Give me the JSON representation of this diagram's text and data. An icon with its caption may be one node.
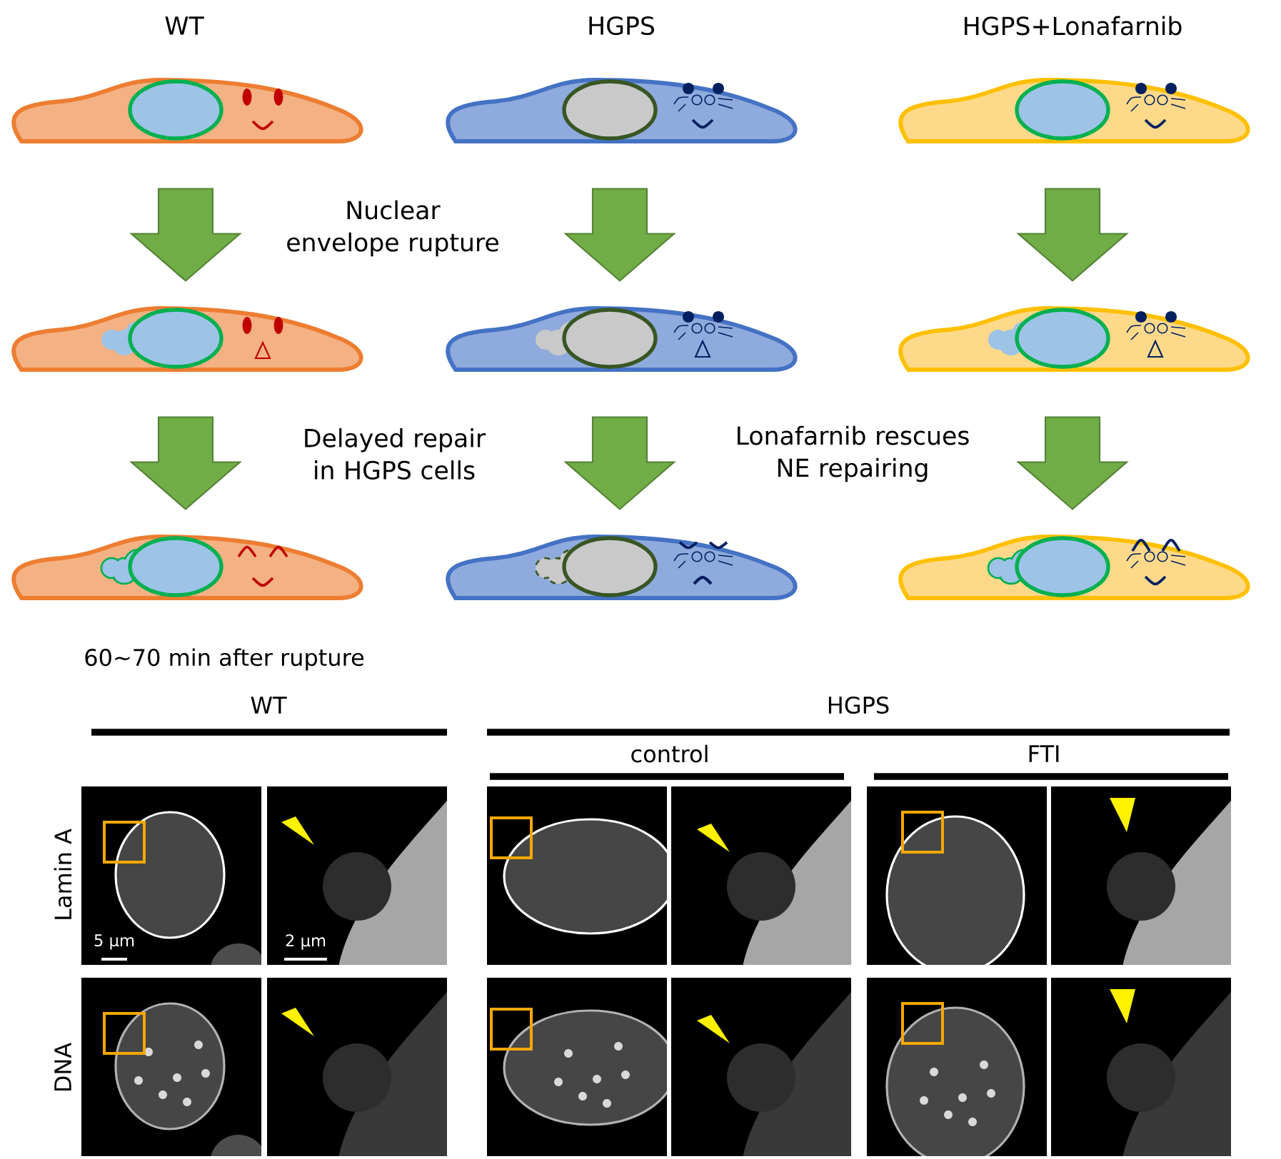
{
  "diagram": {
    "nodes": [
      {
        "text": [],
        "shape": "picture"
      },
      {
        "text": [],
        "shape": "picture"
      },
      {
        "text": [],
        "shape": "picture"
      },
      {
        "text": [],
        "shape": "picture"
      },
      {
        "text": [],
        "shape": "picture"
      },
      {
        "text": [],
        "shape": "picture"
      },
      {
        "text": [],
        "shape": "picture"
      },
      {
        "text": [],
        "shape": "picture"
      },
      {
        "text": [],
        "shape": "picture"
      }
    ],
    "edges": [
      {
        "from": 0,
        "to": 3,
        "arrow": "to"
      },
      {
        "from": 3,
        "to": 6,
        "arrow": "to"
      },
      {
        "from": 1,
        "to": 4,
        "arrow": "to"
      },
      {
        "from": 4,
        "to": 7,
        "arrow": "to"
      },
      {
        "from": 2,
        "to": 5,
        "arrow": "to"
      },
      {
        "from": 5,
        "to": 8,
        "arrow": "to"
      }
    ],
    "labels": [
      "WT",
      "HGPS",
      "HGPS+Lonafarnib",
      "Nuclear envelope rupture",
      "Delayed repair in HGPS cells",
      "Lonafarnib rescues NE repairing",
      "60~70 min after rupture",
      "WT",
      "HGPS",
      "control",
      "FTI",
      "Lamin A",
      "5 µm",
      "2 µm",
      "DNA"
    ]
  }
}
